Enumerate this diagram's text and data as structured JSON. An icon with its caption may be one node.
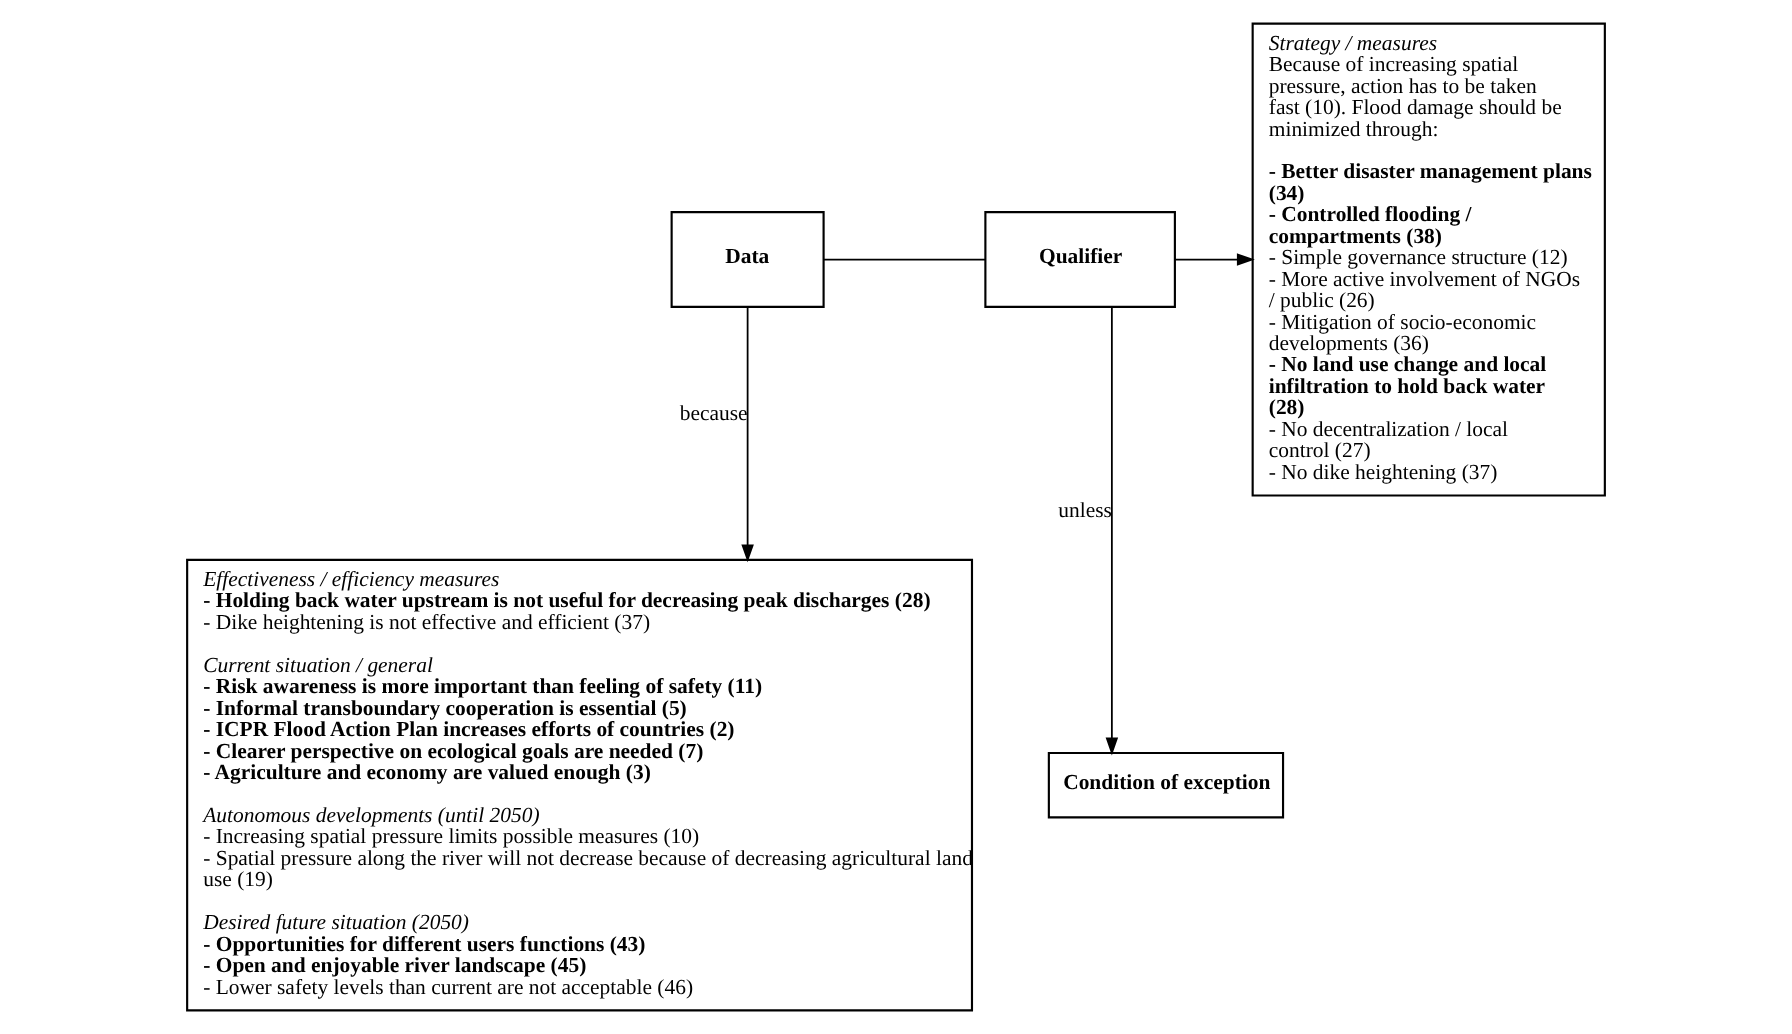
{
  "diagram": {
    "nodes": [
      {
        "text": [
          "Data"
        ]
      },
      {
        "text": [
          "Qualifier"
        ]
      },
      {
        "text": [
          "Strategy / measures",
          "Because of increasing spatial pressure, action has to be taken fast (10). Flood damage should be minimized through:",
          "- Better disaster management plans (34)",
          "- Controlled flooding / compartments (38)",
          "- Simple governance structure (12)",
          "- More active involvement of NGOs / public (26)",
          "- Mitigation of socio-economic developments (36)",
          "- No land use change and local infiltration to hold back water (28)",
          "- No decentralization / local control (27)",
          "- No dike heightening (37)"
        ]
      },
      {
        "text": [
          "Condition of exception"
        ]
      },
      {
        "text": [
          "Effectiveness / efficiency measures",
          "- Holding back water upstream is not useful for decreasing peak discharges (28)",
          "- Dike heightening is not effective and efficient (37)",
          "Current situation / general",
          "- Risk awareness is more important than feeling of safety (11)",
          "- Informal transboundary cooperation is essential (5)",
          "- ICPR Flood Action Plan increases efforts of countries (2)",
          "- Clearer perspective on ecological goals are needed (7)",
          "- Agriculture and economy are valued enough (3)",
          "Autonomous developments (until 2050)",
          "- Increasing spatial pressure limits possible measures (10)",
          "- Spatial pressure along the river will not decrease because of decreasing agricultural land use (19)",
          "Desired future situation (2050)",
          "- Opportunities for different users functions (43)",
          "- Open and enjoyable river landscape (45)",
          "- Lower safety levels than current are not acceptable (46)"
        ]
      }
    ],
    "edges": [
      {
        "from": 0,
        "to": 1,
        "arrow": "none"
      },
      {
        "from": 1,
        "to": 2,
        "arrow": "to"
      },
      {
        "from": 1,
        "to": 3,
        "arrow": "to",
        "label": "unless"
      },
      {
        "from": 0,
        "to": 4,
        "arrow": "to",
        "label": "because"
      }
    ]
  }
}
